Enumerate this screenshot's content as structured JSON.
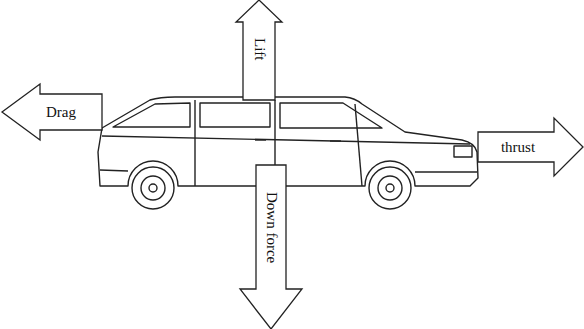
{
  "diagram": {
    "nodes": [
      {
        "text": [
          "Lift"
        ]
      },
      {
        "text": [
          "Drag"
        ]
      },
      {
        "text": [
          "thrust"
        ]
      },
      {
        "text": [
          "Down force"
        ]
      }
    ]
  }
}
